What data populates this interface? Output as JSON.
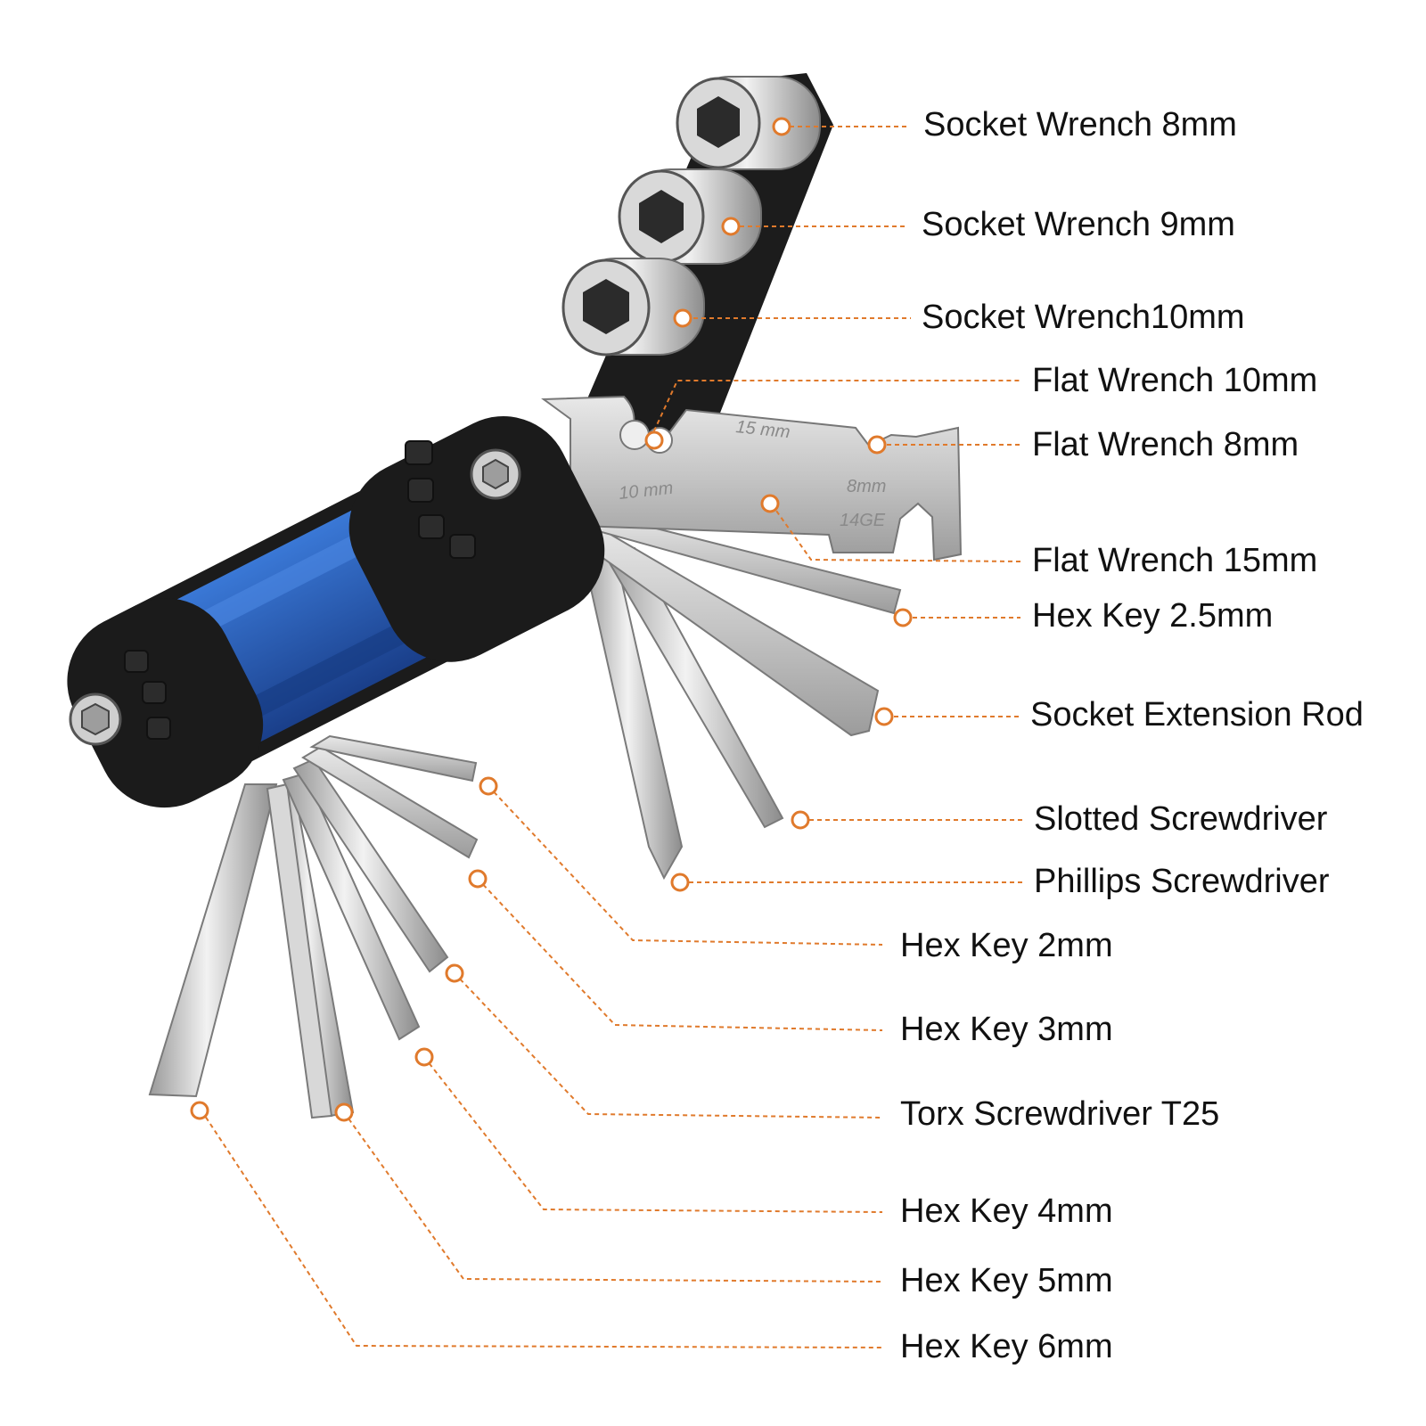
{
  "labels": {
    "socket_8": "Socket Wrench 8mm",
    "socket_9": "Socket Wrench 9mm",
    "socket_10": "Socket Wrench10mm",
    "flat_10": "Flat Wrench 10mm",
    "flat_8": "Flat Wrench 8mm",
    "flat_15": "Flat Wrench 15mm",
    "hex_2_5": "Hex Key 2.5mm",
    "extension_rod": "Socket Extension Rod",
    "slotted": "Slotted Screwdriver",
    "phillips": "Phillips Screwdriver",
    "hex_2": "Hex Key 2mm",
    "hex_3": "Hex Key 3mm",
    "torx": "Torx Screwdriver T25",
    "hex_4": "Hex Key 4mm",
    "hex_5": "Hex Key 5mm",
    "hex_6": "Hex Key 6mm"
  },
  "engraving": {
    "mark_10": "10 mm",
    "mark_15": "15 mm",
    "mark_8": "8mm",
    "mark_code": "14GE"
  },
  "colors": {
    "leader": "#e07a2c",
    "handle_blue": "#2358b0",
    "handle_black": "#1b1b1b",
    "chrome": "#c9c9c9"
  },
  "icons": {
    "tool": "multi-tool-illustration",
    "marker": "callout-circle-marker"
  }
}
